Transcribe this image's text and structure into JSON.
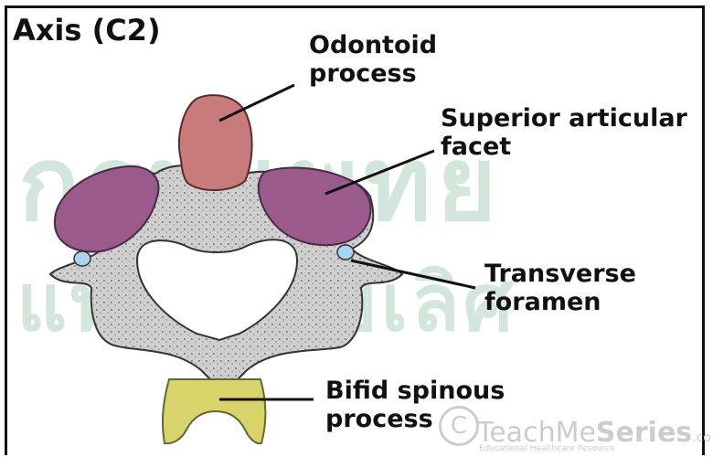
{
  "diagram": {
    "title": "Axis (C2)",
    "labels": {
      "odontoid": [
        "Odontoid",
        "process"
      ],
      "superior": [
        "Superior articular",
        "facet"
      ],
      "transverse": [
        "Transverse",
        "foramen"
      ],
      "bifid": [
        "Bifid spinous",
        "process"
      ]
    },
    "region_colors": {
      "odontoid_process": "#c97b7b",
      "superior_articular_facet": "#9b5a8c",
      "transverse_foramen": "#a8d6f0",
      "bifid_spinous_process": "#d8d36a",
      "bone": "#c8c8c8",
      "watermark": "#cfe4d8"
    }
  },
  "watermark": {
    "line1": "กรมแพทย",
    "line2": "แพทยาลัยเลิศ",
    "brand_logo": "C",
    "brand_part1": "TeachMe",
    "brand_part2": "Series",
    "brand_suffix": ".co",
    "brand_tagline": "Educational Healthcare Resource"
  }
}
